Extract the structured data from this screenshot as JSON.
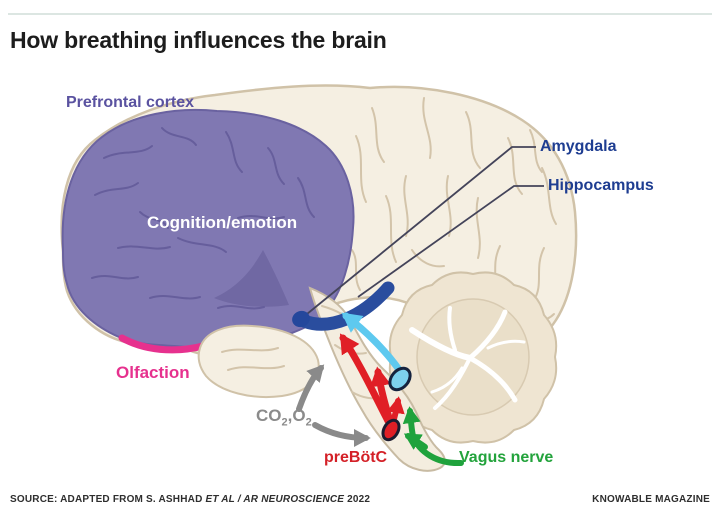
{
  "title": "How breathing influences the brain",
  "brain_labels": {
    "prefrontal_cortex": "Prefrontal cortex",
    "cognition_emotion": "Cognition/emotion",
    "olfaction": "Olfaction",
    "amygdala": "Amygdala",
    "hippocampus": "Hippocampus",
    "gases": {
      "pre": "CO",
      "sub1": "2",
      "mid": ",O",
      "sub2": "2"
    },
    "prebotc": "preBötC",
    "vagus_nerve": "Vagus nerve"
  },
  "footer": {
    "source_prefix": "SOURCE: ADAPTED FROM S. ASHHAD ",
    "source_italic": "ET AL / AR NEUROSCIENCE",
    "source_suffix": " 2022",
    "credit": "KNOWABLE MAGAZINE"
  },
  "palette": {
    "frontal_region_purple": "#8078b2",
    "purple_sulci": "#665e9c",
    "brain_beige": "#f5efe2",
    "beige_outline": "#d0c2a8",
    "olfaction_pink": "#e6318e",
    "hippocampus_blue": "#2a4d9e",
    "label_navy": "#1e3d91",
    "prebotc_red": "#e01f26",
    "vagus_green": "#23a33c",
    "gas_gray": "#8b8b8b",
    "ascending_blue": "#5ec9ef",
    "rule_gray_green": "#dce6e2"
  }
}
